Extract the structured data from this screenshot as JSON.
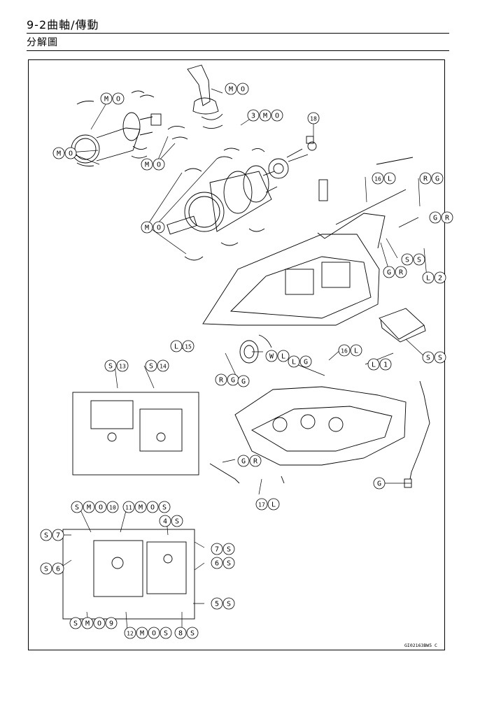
{
  "header": {
    "title": "9-2曲軸/傳動",
    "subtitle": "分解圖"
  },
  "figure": {
    "callouts": [
      [
        "M",
        "O"
      ],
      [
        "M",
        "O"
      ],
      [
        "M",
        "O"
      ],
      [
        "M",
        "O"
      ],
      [
        "M",
        "O"
      ],
      [
        "3",
        "M",
        "O"
      ],
      [
        "18"
      ],
      [
        "16",
        "L"
      ],
      [
        "R",
        "G"
      ],
      [
        "G",
        "R"
      ],
      [
        "S",
        "S"
      ],
      [
        "G",
        "R"
      ],
      [
        "L",
        "2"
      ],
      [
        "L",
        "15"
      ],
      [
        "S",
        "13"
      ],
      [
        "S",
        "14"
      ],
      [
        "W",
        "L"
      ],
      [
        "R",
        "G"
      ],
      [
        "G"
      ],
      [
        "L",
        "G"
      ],
      [
        "16",
        "L"
      ],
      [
        "L",
        "1"
      ],
      [
        "S",
        "S"
      ],
      [
        "G",
        "R"
      ],
      [
        "G"
      ],
      [
        "17",
        "L"
      ],
      [
        "S",
        "M",
        "O",
        "10"
      ],
      [
        "11",
        "M",
        "O",
        "S"
      ],
      [
        "4",
        "S"
      ],
      [
        "S",
        "7"
      ],
      [
        "7",
        "S"
      ],
      [
        "6",
        "S"
      ],
      [
        "S",
        "6"
      ],
      [
        "5",
        "S"
      ],
      [
        "S",
        "M",
        "O",
        "9"
      ],
      [
        "12",
        "M",
        "O",
        "S"
      ],
      [
        "8",
        "S"
      ]
    ],
    "figure_code": "GI02163BW5 C"
  }
}
